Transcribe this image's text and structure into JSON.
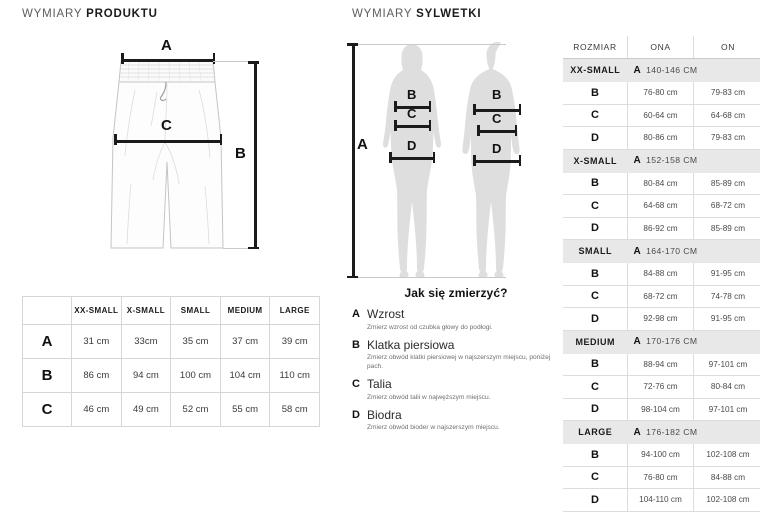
{
  "product_section": {
    "title_light": "WYMIARY",
    "title_bold": "PRODUKTU",
    "figure": {
      "name": "pants-diagram",
      "labels": {
        "a": "A",
        "b": "B",
        "c": "C"
      }
    },
    "table": {
      "corner": "",
      "columns": [
        "XX-SMALL",
        "X-SMALL",
        "SMALL",
        "MEDIUM",
        "LARGE"
      ],
      "rows": [
        {
          "label": "A",
          "values": [
            "31 cm",
            "33cm",
            "35 cm",
            "37 cm",
            "39 cm"
          ]
        },
        {
          "label": "B",
          "values": [
            "86 cm",
            "94 cm",
            "100 cm",
            "104 cm",
            "110 cm"
          ]
        },
        {
          "label": "C",
          "values": [
            "46 cm",
            "49 cm",
            "52 cm",
            "55 cm",
            "58 cm"
          ]
        }
      ]
    }
  },
  "body_section": {
    "title_light": "WYMIARY",
    "title_bold": "SYLWETKI",
    "figure": {
      "name": "body-silhouettes",
      "labels": {
        "a": "A",
        "b": "B",
        "c": "C",
        "d": "D"
      }
    }
  },
  "how_to_measure": {
    "title": "Jak się zmierzyć?",
    "items": [
      {
        "letter": "A",
        "name": "Wzrost",
        "desc": "Zmierz wzrost od czubka głowy do podłogi."
      },
      {
        "letter": "B",
        "name": "Klatka piersiowa",
        "desc": "Zmierz obwód klatki piersiowej w najszerszym miejscu, poniżej pach."
      },
      {
        "letter": "C",
        "name": "Talia",
        "desc": "Zmierz obwód talii w najwęższym miejscu."
      },
      {
        "letter": "D",
        "name": "Biodra",
        "desc": "Zmierz obwód bioder w najszerszym miejscu."
      }
    ]
  },
  "size_table": {
    "headers": {
      "size": "ROZMIAR",
      "her": "ONA",
      "him": "ON"
    },
    "groups": [
      {
        "name": "XX-SMALL",
        "height_letter": "A",
        "height_value": "140-146 CM",
        "rows": [
          {
            "label": "B",
            "her": "76-80 cm",
            "him": "79-83 cm"
          },
          {
            "label": "C",
            "her": "60-64 cm",
            "him": "64-68 cm"
          },
          {
            "label": "D",
            "her": "80-86 cm",
            "him": "79-83 cm"
          }
        ]
      },
      {
        "name": "X-SMALL",
        "height_letter": "A",
        "height_value": "152-158 CM",
        "rows": [
          {
            "label": "B",
            "her": "80-84 cm",
            "him": "85-89 cm"
          },
          {
            "label": "C",
            "her": "64-68 cm",
            "him": "68-72 cm"
          },
          {
            "label": "D",
            "her": "86-92 cm",
            "him": "85-89 cm"
          }
        ]
      },
      {
        "name": "SMALL",
        "height_letter": "A",
        "height_value": "164-170 CM",
        "rows": [
          {
            "label": "B",
            "her": "84-88 cm",
            "him": "91-95 cm"
          },
          {
            "label": "C",
            "her": "68-72 cm",
            "him": "74-78 cm"
          },
          {
            "label": "D",
            "her": "92-98 cm",
            "him": "91-95 cm"
          }
        ]
      },
      {
        "name": "MEDIUM",
        "height_letter": "A",
        "height_value": "170-176 CM",
        "rows": [
          {
            "label": "B",
            "her": "88-94 cm",
            "him": "97-101 cm"
          },
          {
            "label": "C",
            "her": "72-76 cm",
            "him": "80-84 cm"
          },
          {
            "label": "D",
            "her": "98-104 cm",
            "him": "97-101 cm"
          }
        ]
      },
      {
        "name": "LARGE",
        "height_letter": "A",
        "height_value": "176-182 CM",
        "rows": [
          {
            "label": "B",
            "her": "94-100 cm",
            "him": "102-108 cm"
          },
          {
            "label": "C",
            "her": "76-80 cm",
            "him": "84-88 cm"
          },
          {
            "label": "D",
            "her": "104-110 cm",
            "him": "102-108 cm"
          }
        ]
      }
    ]
  },
  "colors": {
    "ink": "#1b1b1b",
    "body_text": "#4a4a4a",
    "silhouette": "#dedede",
    "group_row_bg": "#e8e8e8",
    "border": "#dcdcdc",
    "garment_line": "#bdbdbd"
  }
}
